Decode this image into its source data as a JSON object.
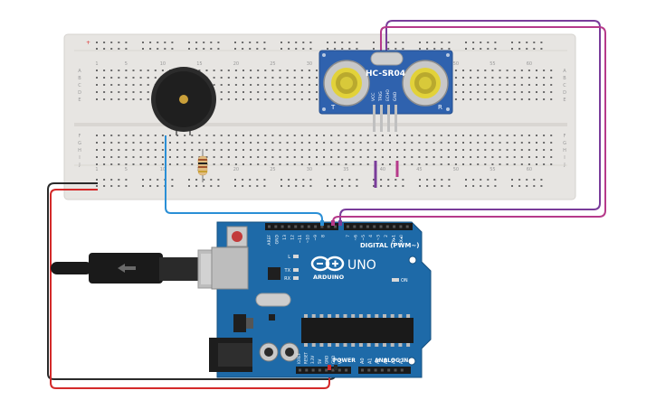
{
  "breadboard": {
    "column_numbers": [
      "1",
      "5",
      "10",
      "15",
      "20",
      "25",
      "30",
      "35",
      "40",
      "45",
      "50",
      "55",
      "60"
    ],
    "row_letters_top": [
      "A",
      "B",
      "C",
      "D",
      "E"
    ],
    "row_letters_bottom": [
      "F",
      "G",
      "H",
      "I",
      "J"
    ]
  },
  "sensor": {
    "title": "HC-SR04",
    "pins": [
      "VCC",
      "TRIG",
      "ECHO",
      "GND"
    ],
    "left_mark": "T",
    "right_mark": "R"
  },
  "arduino": {
    "logo_text": "ARDUINO",
    "model": "UNO",
    "digital_label": "DIGITAL (PWM~)",
    "power_label": "POWER",
    "analog_label": "ANALOG IN",
    "on_label": "ON",
    "led_labels": [
      "L",
      "TX",
      "RX"
    ],
    "top_pin_labels": [
      "AREF",
      "GND",
      "13",
      "12",
      "~11",
      "~10",
      "~9",
      "8",
      "7",
      "~6",
      "~5",
      "4",
      "~3",
      "2",
      "TX▸1",
      "RX◂0"
    ],
    "power_pin_labels": [
      "IOREF",
      "RESET",
      "3.3V",
      "5V",
      "GND",
      "GND",
      "Vin"
    ],
    "analog_pin_labels": [
      "A0",
      "A1",
      "A2",
      "A3",
      "A4",
      "A5"
    ]
  },
  "colors": {
    "board_blue": "#1e6aa8",
    "breadboard": "#e7e5e2",
    "wire_blue": "#2a8fd6",
    "wire_purple": "#7a3c9a",
    "wire_magenta": "#b63a8a",
    "wire_red": "#d42a2a",
    "wire_black": "#2a2a2a",
    "sensor_blue": "#2f62ae"
  }
}
